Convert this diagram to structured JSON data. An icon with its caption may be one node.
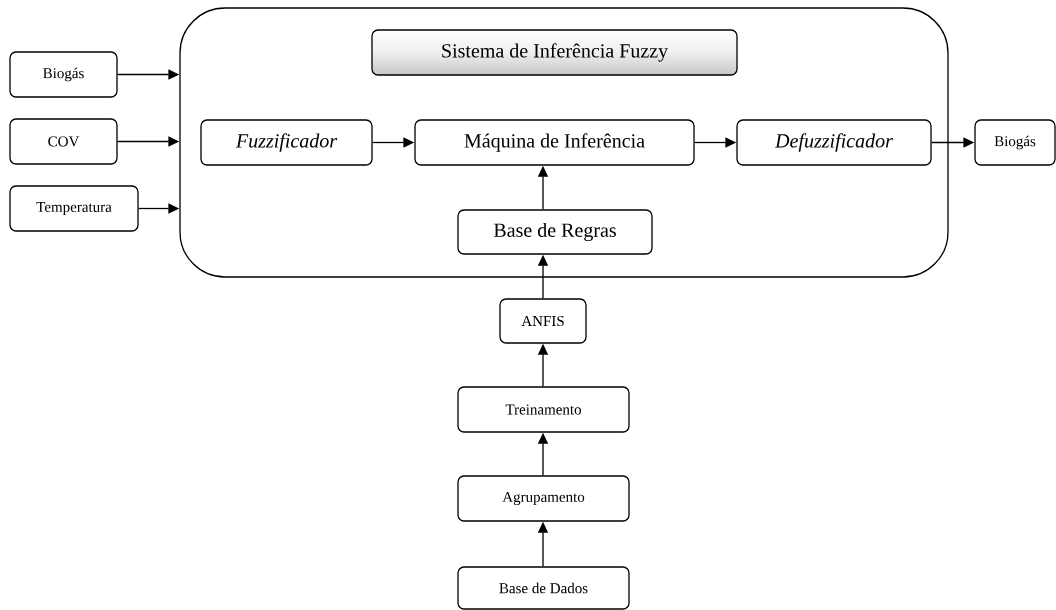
{
  "diagram": {
    "nodes": [
      {
        "text": [],
        "shape": "box"
      },
      {
        "text": [
          "Sistema de Inferência Fuzzy"
        ],
        "in": 0
      },
      {
        "text": [
          "Fuzzificador"
        ],
        "in": 0
      },
      {
        "text": [
          "Máquina de Inferência"
        ],
        "in": 0
      },
      {
        "text": [
          "Defuzzificador"
        ],
        "in": 0
      },
      {
        "text": [
          "Base de Regras"
        ],
        "in": 0
      },
      {
        "text": [
          "Biogás"
        ]
      },
      {
        "text": [
          "COV"
        ]
      },
      {
        "text": [
          "Temperatura"
        ]
      },
      {
        "text": [
          "Biogás"
        ]
      },
      {
        "text": [
          "ANFIS"
        ]
      },
      {
        "text": [
          "Treinamento"
        ]
      },
      {
        "text": [
          "Agrupamento"
        ]
      },
      {
        "text": [
          "Base de Dados"
        ]
      }
    ],
    "edges": [
      {
        "from": 6,
        "to": 0,
        "arrow": "to"
      },
      {
        "from": 7,
        "to": 0,
        "arrow": "to"
      },
      {
        "from": 8,
        "to": 0,
        "arrow": "to"
      },
      {
        "from": 2,
        "to": 3,
        "arrow": "to"
      },
      {
        "from": 3,
        "to": 4,
        "arrow": "to"
      },
      {
        "from": 4,
        "to": 9,
        "arrow": "to"
      },
      {
        "from": 5,
        "to": 3,
        "arrow": "to"
      },
      {
        "from": 10,
        "to": 5,
        "arrow": "to"
      },
      {
        "from": 11,
        "to": 10,
        "arrow": "to"
      },
      {
        "from": 12,
        "to": 11,
        "arrow": "to"
      },
      {
        "from": 13,
        "to": 12,
        "arrow": "to"
      }
    ]
  }
}
